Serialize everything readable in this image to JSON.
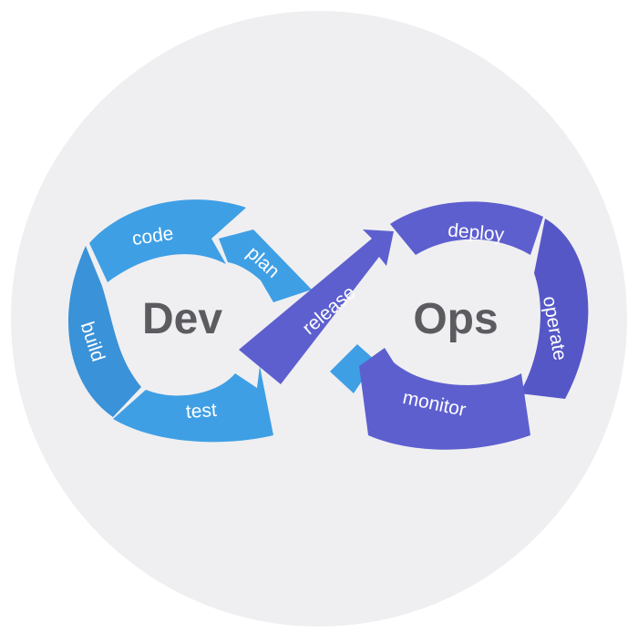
{
  "diagram": {
    "colors": {
      "background_circle": "#efeff1",
      "dev_blue": "#3f9fe5",
      "dev_blue_dark": "#3a92d8",
      "ops_purple": "#5d5fcf",
      "ops_purple_dark": "#5557c7",
      "center_text": "#5b5b60"
    },
    "center": {
      "dev": "Dev",
      "ops": "Ops"
    },
    "segments": {
      "code": "code",
      "plan": "plan",
      "build": "build",
      "test": "test",
      "release": "release",
      "deploy": "deploy",
      "operate": "operate",
      "monitor": "monitor"
    }
  }
}
